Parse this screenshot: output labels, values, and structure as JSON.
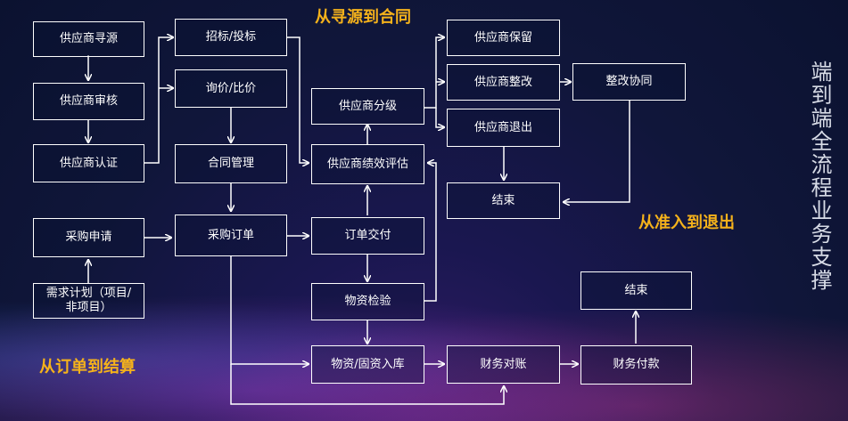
{
  "titles": {
    "sourcing": "从寻源到合同",
    "lifecycle": "从准入到退出",
    "order": "从订单到结算",
    "side": "端到端全流程业务支撑"
  },
  "nodes": {
    "supplier_sourcing": "供应商寻源",
    "supplier_review": "供应商审核",
    "supplier_certification": "供应商认证",
    "tender_bid": "招标/投标",
    "inquiry_compare": "询价/比价",
    "contract_mgmt": "合同管理",
    "supplier_retain": "供应商保留",
    "supplier_rectify": "供应商整改",
    "rectify_collab": "整改协同",
    "supplier_grading": "供应商分级",
    "supplier_exit": "供应商退出",
    "supplier_perf_eval": "供应商绩效评估",
    "end_top": "结束",
    "purchase_request": "采购申请",
    "purchase_order": "采购订单",
    "order_delivery": "订单交付",
    "demand_plan_line1": "需求计划（项目/",
    "demand_plan_line2": "非项目）",
    "material_inspection": "物资检验",
    "end_bottom": "结束",
    "material_warehousing": "物资/固资入库",
    "finance_reconcile": "财务对账",
    "finance_payment": "财务付款"
  },
  "colors": {
    "title_accent": "#f5b21b",
    "line": "#ffffff",
    "box_border": "#ffffff"
  }
}
